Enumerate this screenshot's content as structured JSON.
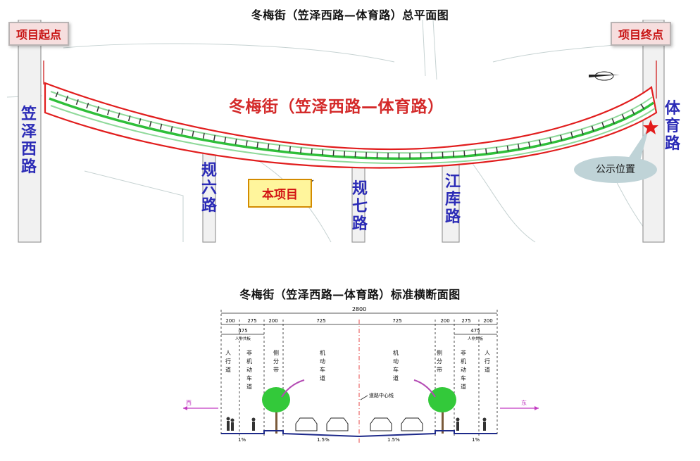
{
  "top_title": "冬梅街（笠泽西路—体育路）总平面图",
  "bottom_title": "冬梅街（笠泽西路—体育路）标准横断面图",
  "plan": {
    "road_name": "冬梅街（笠泽西路—体育路）",
    "start_label": "项目起点",
    "end_label": "项目终点",
    "this_project_label": "本项目",
    "notice_location_label": "公示位置",
    "cross_roads": {
      "lize_west": "笠泽西路",
      "tiyu": "体育路",
      "guiliu": "规六路",
      "guiqi": "规七路",
      "jiangku": "江库路"
    }
  },
  "section": {
    "total_width": "2800",
    "dims_left": [
      "200",
      "275",
      "200",
      "725"
    ],
    "dims_right": [
      "725",
      "200",
      "275",
      "200"
    ],
    "subtotal": "475",
    "subtotal_note": "人非共板",
    "lanes": {
      "sidewalk": "人行道",
      "nonmotor": "非机动车道",
      "median": "侧分带",
      "motor": "机动车道"
    },
    "centerline": "道路中心线",
    "west": "西",
    "east": "东",
    "slope_outer": "1%",
    "slope_inner": "1.5%"
  },
  "colors": {
    "road_red": "#e11d1d",
    "median_green": "#2fbf3a",
    "label_blue": "#2b2bb6",
    "tree_green": "#33c93a",
    "arrow_magenta": "#c23bc2"
  }
}
